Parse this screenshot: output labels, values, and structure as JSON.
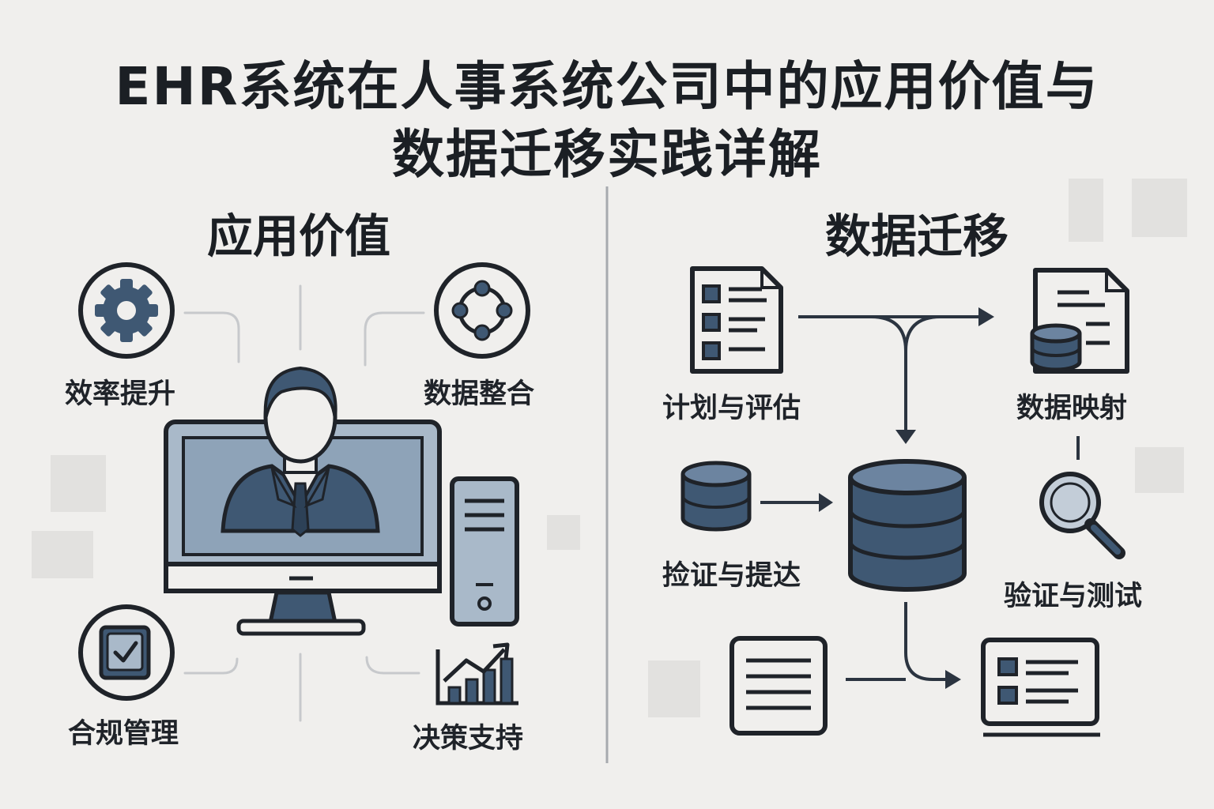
{
  "title": {
    "line1": "EHR系统在人事系统公司中的应用价值与",
    "line2": "数据迁移实践详解"
  },
  "left_section": {
    "heading": "应用价值",
    "items": [
      {
        "label": "效率提升",
        "icon": "gear-icon"
      },
      {
        "label": "数据整合",
        "icon": "network-icon"
      },
      {
        "label": "合规管理",
        "icon": "checkbox-icon"
      },
      {
        "label": "决策支持",
        "icon": "chart-growth-icon"
      }
    ],
    "center_icon": "computer-user-icon"
  },
  "right_section": {
    "heading": "数据迁移",
    "steps": [
      {
        "label": "计划与评估",
        "icon": "checklist-document-icon"
      },
      {
        "label": "数据映射",
        "icon": "document-database-icon"
      },
      {
        "label": "验证与测试",
        "icon": "magnifier-icon"
      },
      {
        "label": "捡证与提达",
        "icon": "database-icon"
      }
    ],
    "center_icon": "database-icon"
  },
  "colors": {
    "navy": "#3f5873",
    "light_blue": "#a9b9c9",
    "outline": "#1f2329",
    "connector": "#c7c9cc",
    "background": "#f0efed"
  }
}
